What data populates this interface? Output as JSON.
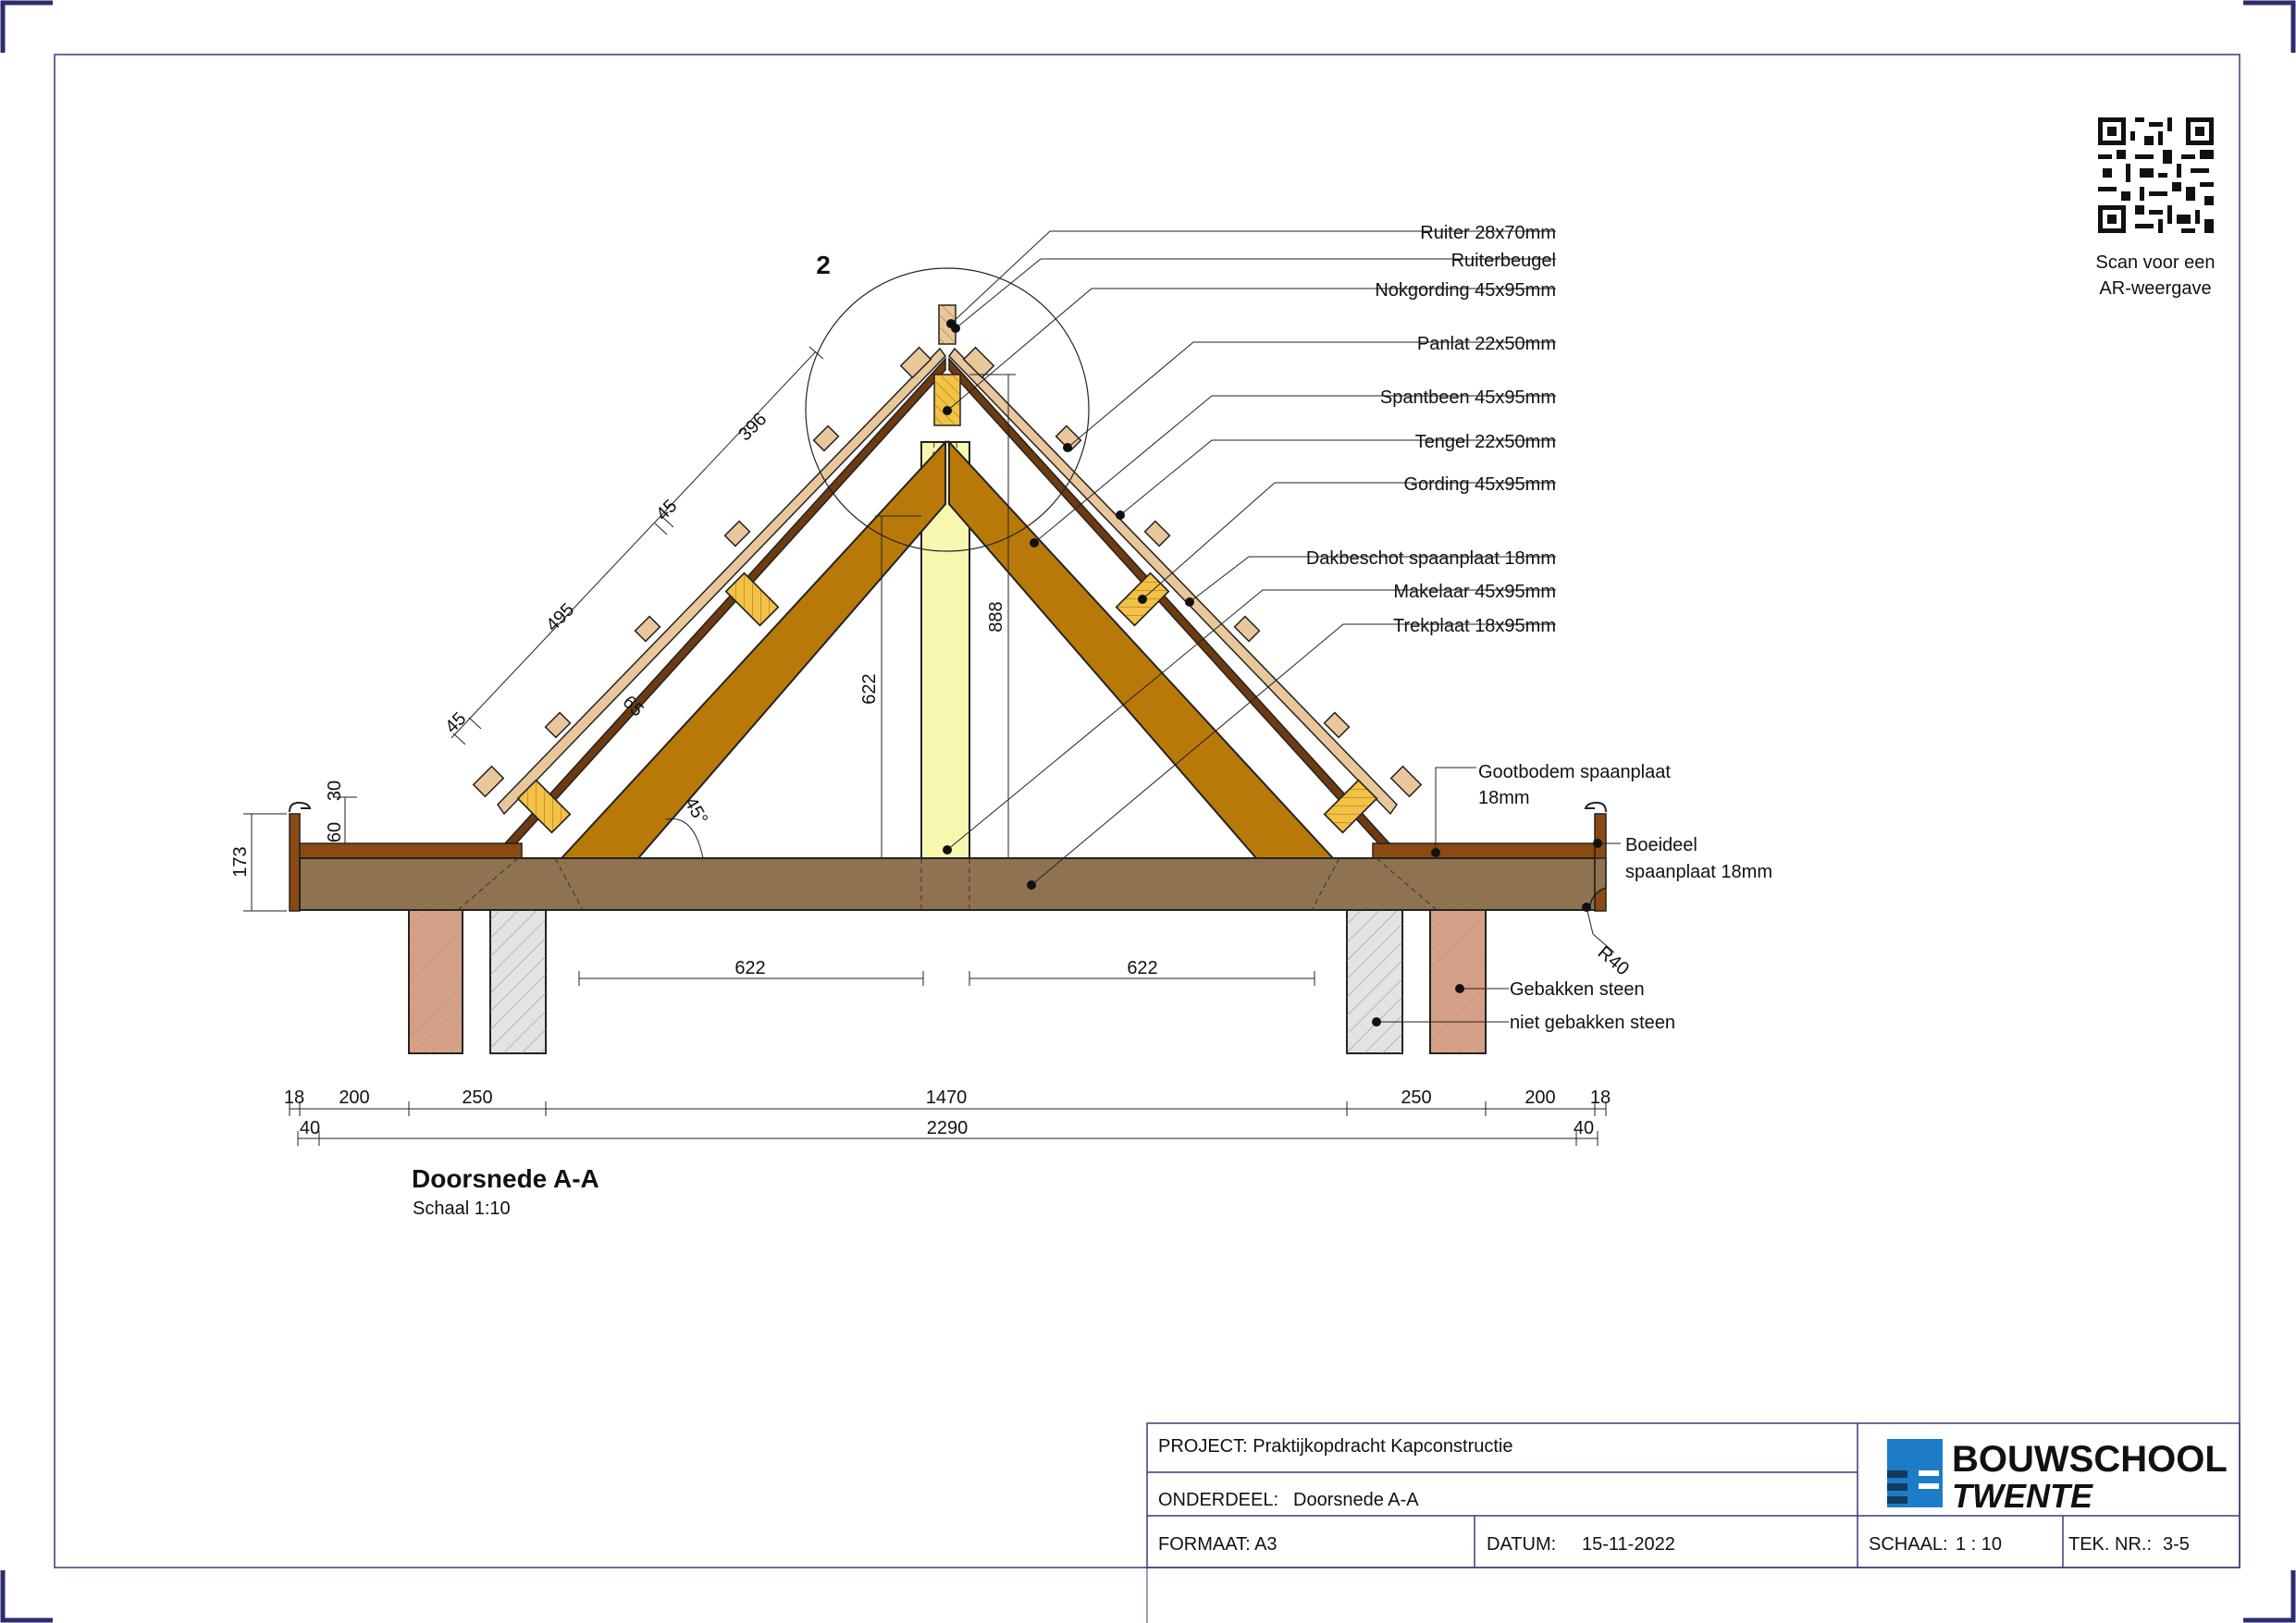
{
  "section_marker": "2",
  "labels": {
    "ruiter": "Ruiter 28x70mm",
    "ruiterbeugel": "Ruiterbeugel",
    "nokgording": "Nokgording 45x95mm",
    "panlat": "Panlat 22x50mm",
    "spantbeen": "Spantbeen 45x95mm",
    "tengel": "Tengel 22x50mm",
    "gording": "Gording 45x95mm",
    "dakbeschot": "Dakbeschot spaanplaat 18mm",
    "makelaar": "Makelaar 45x95mm",
    "trekplaat": "Trekplaat 18x95mm",
    "gootbodem_1": "Gootbodem spaanplaat",
    "gootbodem_2": "18mm",
    "boeideel_1": "Boeideel",
    "boeideel_2": "spaanplaat 18mm",
    "radius": "R40",
    "gebakken": "Gebakken steen",
    "niet_gebakken": "niet gebakken steen"
  },
  "qr": {
    "caption_1": "Scan voor een",
    "caption_2": "AR-weergave"
  },
  "dimensions": {
    "slope_396": "396",
    "slope_45a": "45",
    "slope_495": "495",
    "slope_45b": "45",
    "d65": "65",
    "angle": "45°",
    "h622": "622",
    "h888": "888",
    "d30": "30",
    "d60": "60",
    "d173": "173",
    "span_left": "622",
    "span_right": "622",
    "row1": [
      "18",
      "200",
      "250",
      "1470",
      "250",
      "200",
      "18"
    ],
    "row2": [
      "40",
      "2290",
      "40"
    ]
  },
  "view_title": "Doorsnede A-A",
  "view_scale": "Schaal 1:10",
  "title_block": {
    "project": "PROJECT: Praktijkopdracht Kapconstructie",
    "onderdeel_label": "ONDERDEEL:",
    "onderdeel_value": "Doorsnede A-A",
    "formaat": "FORMAAT: A3",
    "datum_label": "DATUM:",
    "datum_value": "15-11-2022",
    "schaal_label": "SCHAAL:",
    "schaal_value": "1 : 10",
    "teknr_label": "TEK. NR.:",
    "teknr_value": "3-5",
    "logo_line1": "BOUWSCHOOL",
    "logo_line2": "TWENTE"
  },
  "colors": {
    "spant": "#b87908",
    "trekplaat": "#8f7350",
    "makelaar": "#f8f7b0",
    "panlat": "#e9c79a",
    "gording": "#f2c146",
    "baksteen": "#d5a085",
    "kalkzandsteen": "#e3e3e3",
    "border": "#3a3a7a",
    "logo_blue": "#1c7cc8"
  }
}
